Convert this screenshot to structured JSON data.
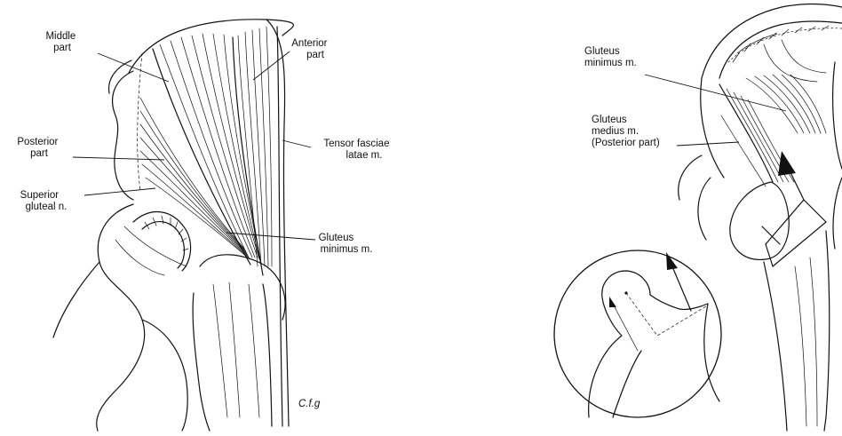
{
  "left_figure": {
    "labels": {
      "middle_part": [
        "Middle",
        "part"
      ],
      "anterior_part": [
        "Anterior",
        "part"
      ],
      "posterior_part": [
        "Posterior",
        "part"
      ],
      "tensor_fasciae_latae": [
        "Tensor fasciae",
        "latae m."
      ],
      "superior_gluteal_n": [
        "Superior",
        "gluteal n."
      ],
      "gluteus_minimus": [
        "Gluteus",
        "minimus m."
      ]
    },
    "signature": "C.f.g"
  },
  "right_figure": {
    "labels": {
      "gluteus_minimus": [
        "Gluteus",
        "minimus m."
      ],
      "gluteus_medius": [
        "Gluteus",
        "medius m.",
        "(Posterior part)"
      ]
    }
  }
}
